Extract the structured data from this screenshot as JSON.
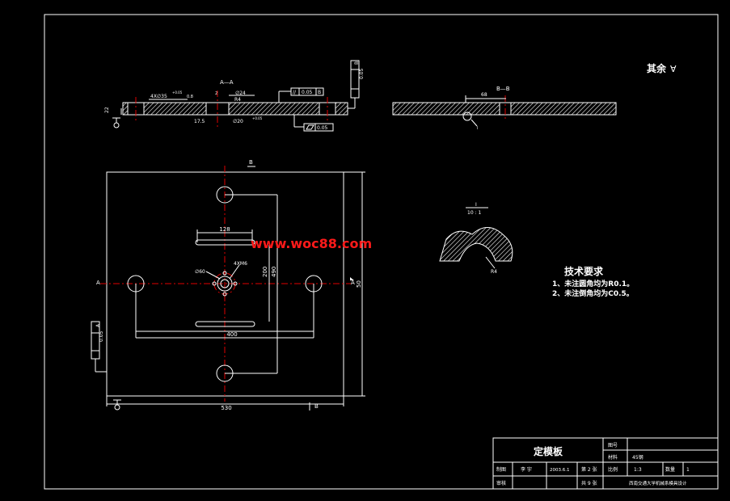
{
  "labels": {
    "section_aa": "A—A",
    "section_bb": "B—B",
    "roughness_rest": "其余",
    "dim_holes": "4X∅35",
    "dim_holes_tol": "+0.05",
    "dim_08": "0.8",
    "dim_r4_top": "R4",
    "dim_24": "∅24",
    "dim_20": "∅20",
    "dim_20_tol": "+0.05",
    "dim_175": "17.5",
    "dim_22": "22",
    "dim_2": "2",
    "dim_005_box": "0.05",
    "dim_005_b": "B",
    "flat_005": "0.05",
    "flat_005_vert": "0.05",
    "flat_005_vert_b": "B",
    "dim_68": "68",
    "detail_i": "I",
    "detail_scale": "10 : 1",
    "detail_r4": "R4",
    "dim_128": "128",
    "dim_4m6": "4XM6",
    "dim_60": "∅60",
    "dim_200": "200",
    "dim_490": "490",
    "dim_400": "400",
    "dim_530": "530",
    "dim_50": "50",
    "left_a": "A",
    "right_a": "A",
    "top_b": "B",
    "bottom_b": "B",
    "left_box_005": "0.05",
    "left_box_a": "A",
    "datum_label": "A"
  },
  "watermark": "www.woc88.com",
  "tech_requirements": {
    "title": "技术要求",
    "items": [
      "1、未注圆角均为R0.1。",
      "2、未注倒角均为C0.5。"
    ]
  },
  "title_block": {
    "part_name": "定模板",
    "drawing_no_label": "图号",
    "material_label": "材料",
    "material_value": "45钢",
    "designer_label": "制图",
    "designer_name": "李 宇",
    "date": "2003.6.1",
    "sheet_label": "第 2 张",
    "scale_label": "比例",
    "scale_value": "1:3",
    "qty_label": "数量",
    "qty_value": "1",
    "checker_label": "审核",
    "total_label": "共 9 张",
    "school": "西南交通大学机械系模具设计"
  },
  "colors": {
    "background": "#000000",
    "lines": "#ffffff",
    "centerlines": "#e00000",
    "watermark": "#ff1a1a"
  }
}
